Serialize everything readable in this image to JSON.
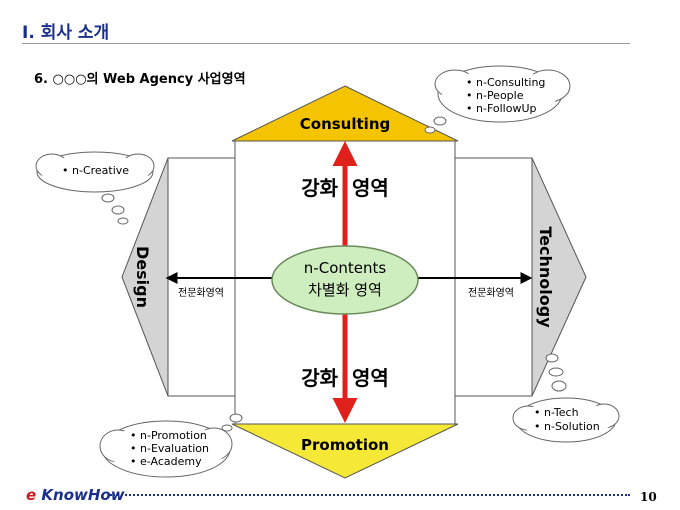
{
  "header": {
    "roman": "I.",
    "title": "회사 소개",
    "accent_color": "#1a2f8c"
  },
  "section": {
    "number": "6.",
    "title": "○○○의 Web Agency 사업영역"
  },
  "diagram": {
    "top_label": "Consulting",
    "bottom_label": "Promotion",
    "left_label": "Design",
    "right_label": "Technology",
    "center_line1": "n-Contents",
    "center_line2": "차별화 영역",
    "upper_strength": "강화  영역",
    "lower_strength": "강화  영역",
    "left_arrow_label": "전문화영역",
    "right_arrow_label": "전문화영역",
    "colors": {
      "triangle_fill": "#f5c400",
      "side_fill": "#d4d4d4",
      "center_fill": "#cfeec0",
      "arrow_red": "#e0201a"
    }
  },
  "clouds": {
    "consulting_items": [
      "n-Consulting",
      "n-People",
      "n-FollowUp"
    ],
    "creative_items": [
      "n-Creative"
    ],
    "promotion_items": [
      "n-Promotion",
      "n-Evaluation",
      "e-Academy"
    ],
    "tech_items": [
      "n-Tech",
      "n-Solution"
    ]
  },
  "footer": {
    "brand_e": "e",
    "brand_name": " KnowHow",
    "page_number": "10"
  }
}
